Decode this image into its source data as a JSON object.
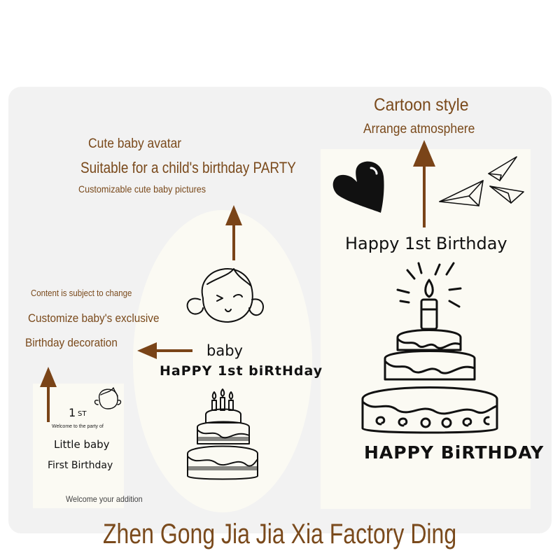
{
  "headings": {
    "cartoon_style": "Cartoon style",
    "arrange_atmosphere": "Arrange atmosphere",
    "cute_baby_avatar": "Cute baby avatar",
    "suitable_for_party": "Suitable for a child's birthday PARTY",
    "customizable_pictures": "Customizable cute baby pictures",
    "content_subject_to_change": "Content is subject to change",
    "customize_exclusive": "Customize baby's exclusive",
    "birthday_decoration": "Birthday decoration",
    "welcome_addition": "Welcome your addition",
    "footer_title": "Zhen Gong Jia Jia Xia Factory Ding"
  },
  "oval_card": {
    "baby_label": "baby",
    "happy_text": "HaPPY 1st biRtHday"
  },
  "right_card": {
    "happy_text": "Happy 1st Birthday",
    "bottom_text": "HAPPY BiRTHDAY"
  },
  "small_card": {
    "number": "1",
    "suffix": "ST",
    "welcome": "Welcome to the party of",
    "name": "Little baby",
    "first": "First Birthday"
  },
  "colors": {
    "accent_brown": "#7a4a1c",
    "arrow_brown": "#7a4418",
    "panel_bg": "#f2f2f2",
    "card_bg": "#fbfaf3"
  },
  "icons": [
    "heart-icon",
    "paper-plane-icon",
    "baby-face-icon",
    "birthday-cake-icon",
    "arrow-icon"
  ]
}
